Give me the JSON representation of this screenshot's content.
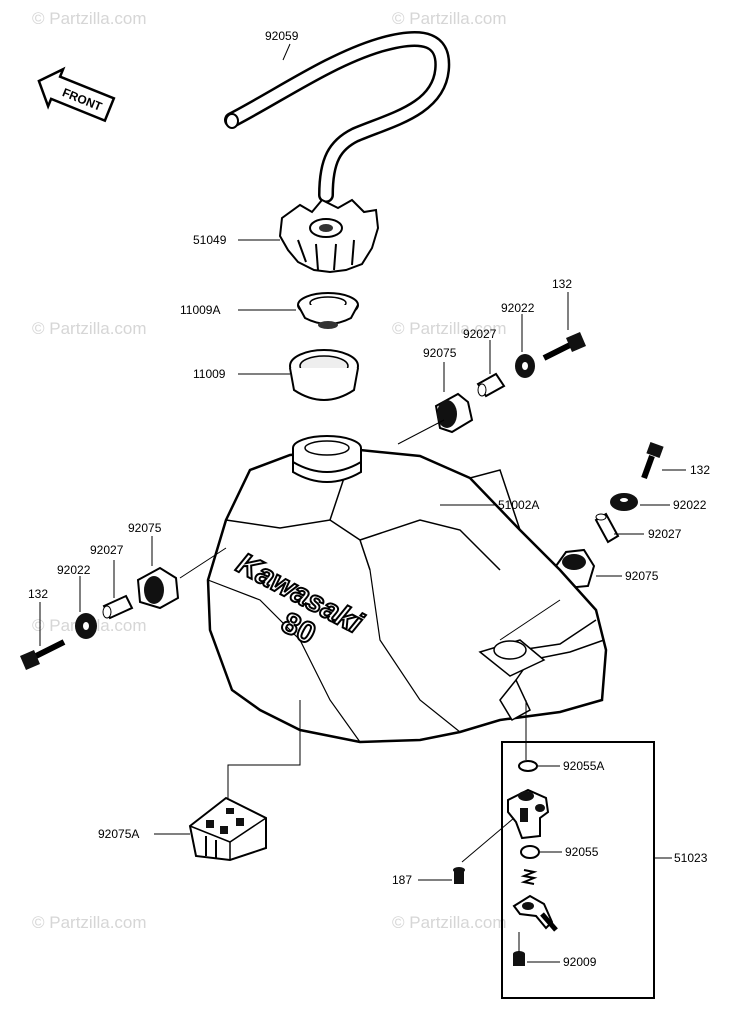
{
  "watermark": "© Partzilla.com",
  "front_label": "FRONT",
  "tank_brand": "Kawasaki",
  "tank_model": "80",
  "parts": {
    "hose": "92059",
    "cap": "51049",
    "gasket_a": "11009A",
    "gasket": "11009",
    "tank": "51002A",
    "bolt_right_upper": "132",
    "washer_right_upper": "92022",
    "collar_right_upper": "92027",
    "damper_right_upper": "92075",
    "bolt_right_lower": "132",
    "washer_right_lower": "92022",
    "collar_right_lower": "92027",
    "damper_right_lower": "92075",
    "damper_left": "92075",
    "collar_left": "92027",
    "washer_left": "92022",
    "bolt_left": "132",
    "rear_damper": "92075A",
    "oring_a": "92055A",
    "oring": "92055",
    "screw": "187",
    "cock_assy": "51023",
    "oring_bottom": "92009"
  }
}
